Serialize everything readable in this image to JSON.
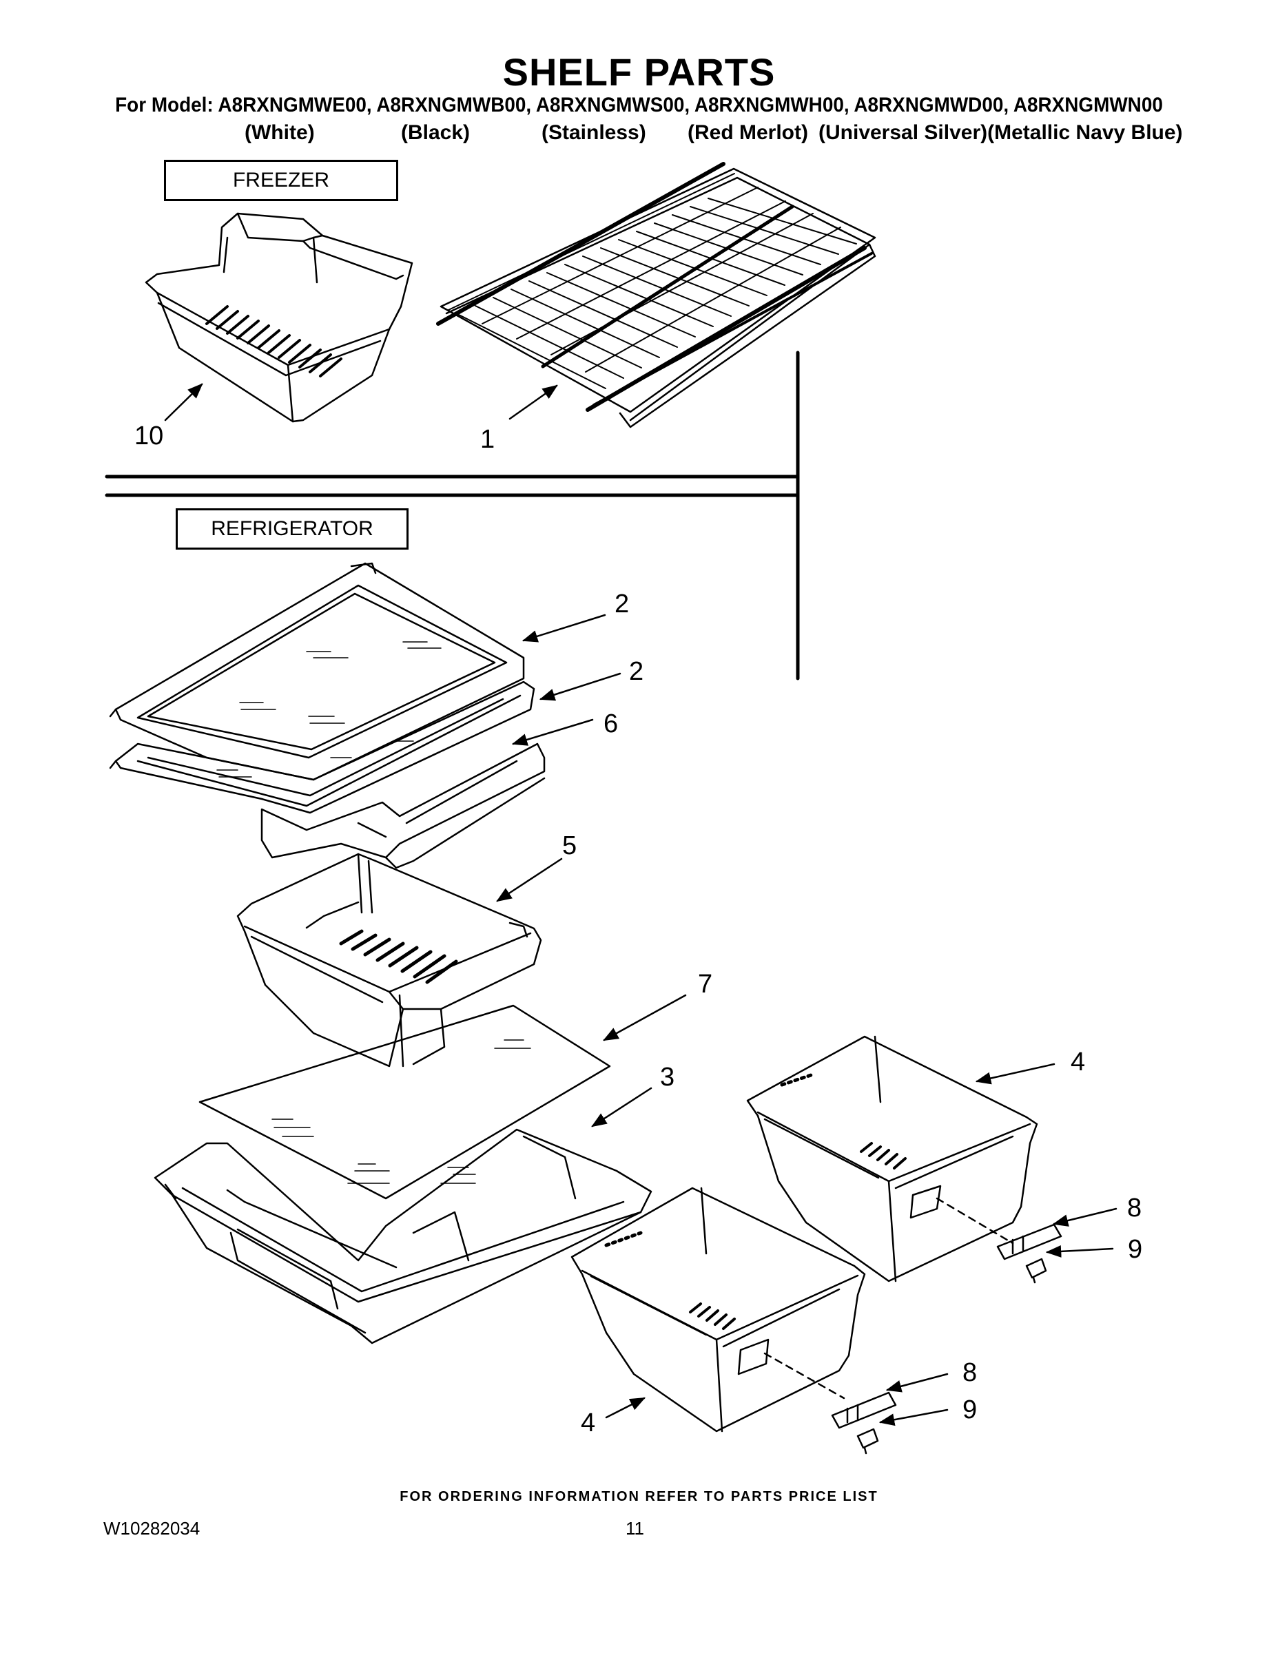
{
  "header": {
    "title": "SHELF PARTS",
    "model_line": "For Model: A8RXNGMWE00, A8RXNGMWB00, A8RXNGMWS00, A8RXNGMWH00, A8RXNGMWD00, A8RXNGMWN00",
    "colors": [
      "(White)",
      "(Black)",
      "(Stainless)",
      "(Red Merlot)",
      "(Universal Silver)(Metallic Navy Blue)"
    ]
  },
  "sections": {
    "freezer": "FREEZER",
    "refrigerator": "REFRIGERATOR"
  },
  "callouts": [
    "10",
    "1",
    "2",
    "2",
    "6",
    "5",
    "7",
    "3",
    "4",
    "8",
    "9",
    "8",
    "9",
    "4"
  ],
  "footer": {
    "ordering_note": "FOR ORDERING INFORMATION REFER TO PARTS PRICE LIST",
    "document_number": "W10282034",
    "page_number": "11"
  }
}
